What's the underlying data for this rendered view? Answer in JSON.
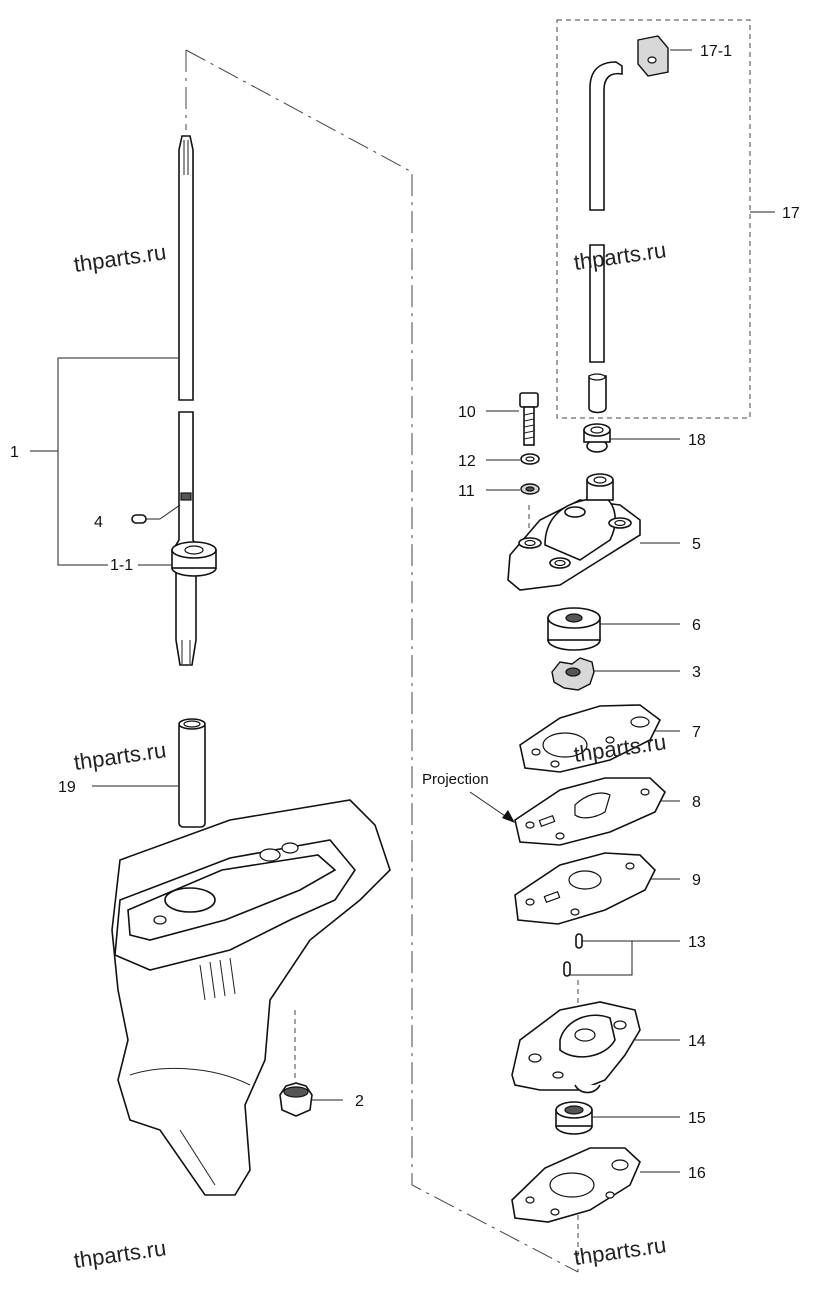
{
  "callouts": {
    "c1": "1",
    "c1_1": "1-1",
    "c2": "2",
    "c3": "3",
    "c4": "4",
    "c5": "5",
    "c6": "6",
    "c7": "7",
    "c8": "8",
    "c9": "9",
    "c10": "10",
    "c11": "11",
    "c12": "12",
    "c13": "13",
    "c14": "14",
    "c15": "15",
    "c16": "16",
    "c17": "17",
    "c17_1": "17-1",
    "c18": "18",
    "c19": "19"
  },
  "annotation": {
    "projection": "Projection"
  },
  "watermark": {
    "text": "thparts.ru"
  },
  "colors": {
    "line": "#111111",
    "background": "#ffffff",
    "shade": "#555555"
  }
}
